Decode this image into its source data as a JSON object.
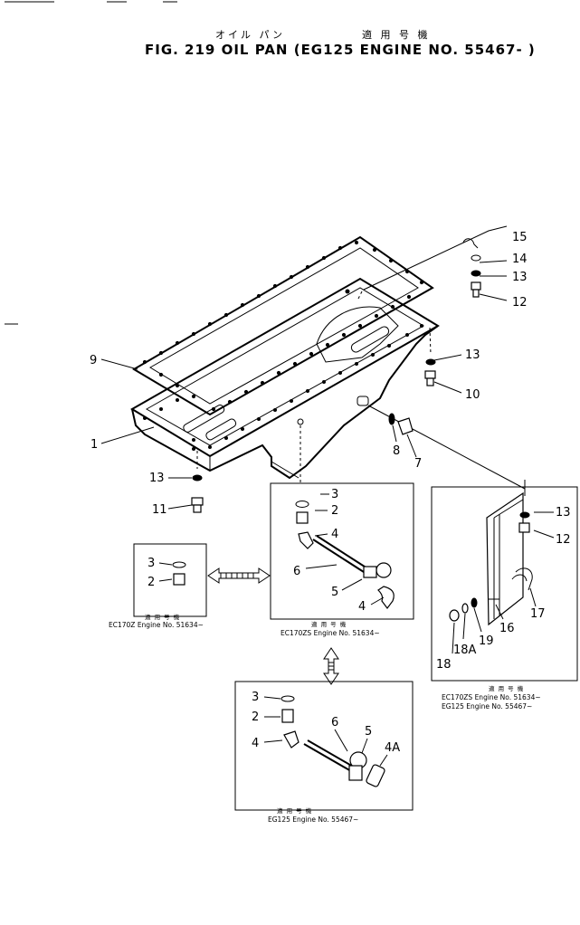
{
  "header": {
    "jp_part_name": "オイル パン",
    "jp_applicable": "適 用 号 機",
    "title": "FIG. 219  OIL PAN (EG125 ENGINE NO. 55467- )"
  },
  "callouts": {
    "c1": "1",
    "c2": "2",
    "c3": "3",
    "c4": "4",
    "c4a": "4A",
    "c5": "5",
    "c6": "6",
    "c7": "7",
    "c8": "8",
    "c9": "9",
    "c10": "10",
    "c11": "11",
    "c12": "12",
    "c13": "13",
    "c14": "14",
    "c15": "15",
    "c16": "16",
    "c17": "17",
    "c18": "18",
    "c18a": "18A",
    "c19": "19"
  },
  "boxes": {
    "left": {
      "jp": "適 用 号 機",
      "caption": "EC170Z  Engine  No. 51634~"
    },
    "center": {
      "jp": "適 用 号 機",
      "caption": "EC170ZS  Engine  No. 51634~"
    },
    "bottom": {
      "jp": "適 用 号 機",
      "caption": "EG125  Engine  No. 55467~"
    },
    "right": {
      "jp": "適 用 号 機",
      "caption_line1": "EC170ZS  Engine  No. 51634~",
      "caption_line2": "EG125     Engine  No. 55467~"
    }
  }
}
